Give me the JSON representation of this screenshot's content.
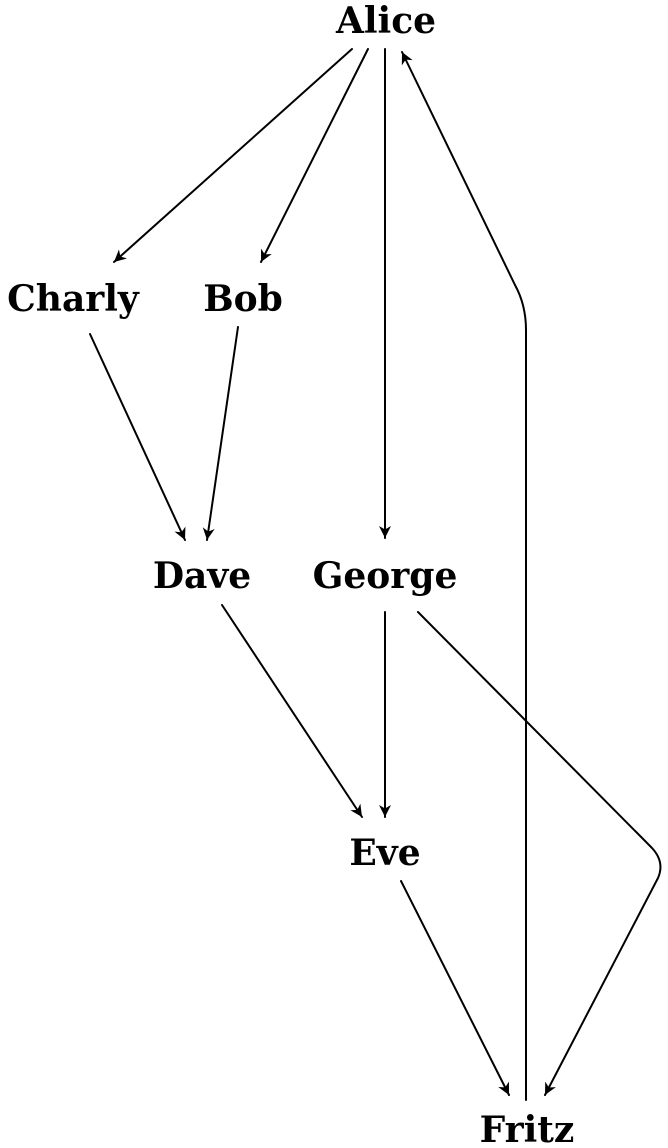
{
  "diagram": {
    "nodes": {
      "alice": {
        "label": "Alice"
      },
      "charly": {
        "label": "Charly"
      },
      "bob": {
        "label": "Bob"
      },
      "dave": {
        "label": "Dave"
      },
      "george": {
        "label": "George"
      },
      "eve": {
        "label": "Eve"
      },
      "fritz": {
        "label": "Fritz"
      }
    },
    "edges": [
      {
        "from": "alice",
        "to": "charly"
      },
      {
        "from": "alice",
        "to": "bob"
      },
      {
        "from": "alice",
        "to": "george"
      },
      {
        "from": "charly",
        "to": "dave"
      },
      {
        "from": "bob",
        "to": "dave"
      },
      {
        "from": "dave",
        "to": "eve"
      },
      {
        "from": "george",
        "to": "eve"
      },
      {
        "from": "george",
        "to": "fritz"
      },
      {
        "from": "eve",
        "to": "fritz"
      },
      {
        "from": "fritz",
        "to": "alice"
      }
    ],
    "colors": {
      "ink": "#000000",
      "background": "#ffffff"
    }
  }
}
